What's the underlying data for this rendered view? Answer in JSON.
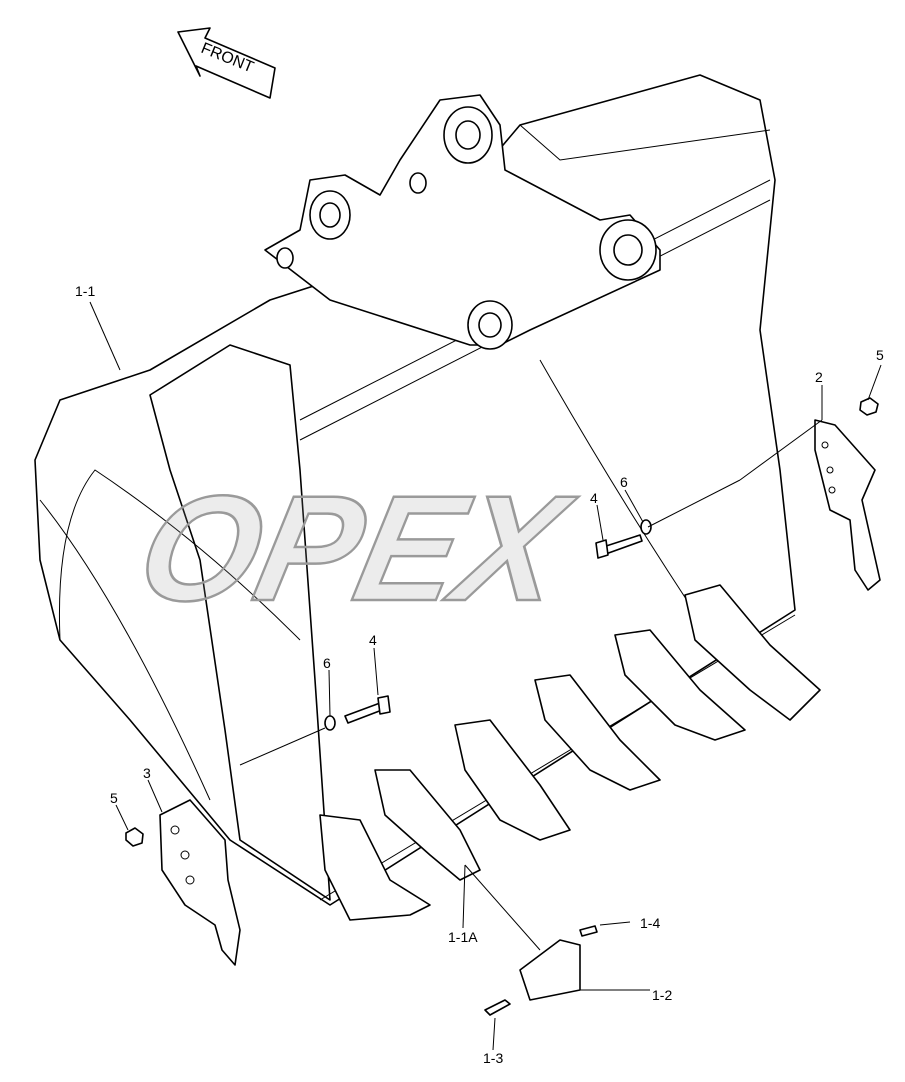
{
  "diagram": {
    "front_arrow_label": "FRONT",
    "watermark": "OPEX",
    "callouts": [
      {
        "id": "1-1"
      },
      {
        "id": "5"
      },
      {
        "id": "2"
      },
      {
        "id": "6"
      },
      {
        "id": "4"
      },
      {
        "id": "6"
      },
      {
        "id": "4"
      },
      {
        "id": "5"
      },
      {
        "id": "3"
      },
      {
        "id": "1-1A"
      },
      {
        "id": "1-4"
      },
      {
        "id": "1-2"
      },
      {
        "id": "1-3"
      }
    ]
  }
}
